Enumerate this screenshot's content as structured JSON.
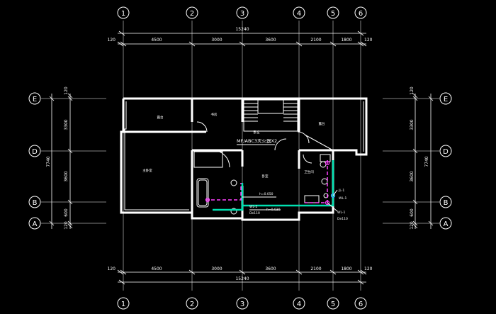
{
  "drawing": {
    "background": "#000000",
    "line_color": "#ffffff",
    "pipe_colors": {
      "cold_water": "#00e0b0",
      "drain": "#ff40ff",
      "riser": "#40a0ff"
    }
  },
  "axes_vertical": [
    "1",
    "2",
    "3",
    "4",
    "5",
    "6"
  ],
  "axes_horizontal": [
    "E",
    "D",
    "B",
    "A"
  ],
  "dims_top": {
    "overall": "15240",
    "edge_left": "120",
    "edge_right": "120",
    "segments": [
      "4500",
      "3000",
      "3600",
      "2100",
      "1800"
    ]
  },
  "dims_bottom": {
    "overall": "15240",
    "edge_left": "120",
    "edge_right": "120",
    "segments": [
      "4500",
      "3000",
      "3600",
      "2100",
      "1800"
    ]
  },
  "dims_left": {
    "overall": "7740",
    "edge_top": "120",
    "edge_bottom": "120",
    "segments": [
      "3300",
      "3600",
      "600"
    ]
  },
  "dims_right": {
    "overall": "7740",
    "edge_top": "120",
    "edge_bottom": "120",
    "segments": [
      "3300",
      "3600",
      "600"
    ]
  },
  "rooms": {
    "r1": "露台",
    "r2": "书房",
    "r3": "卧室",
    "r4": "露台",
    "r5": "主卧室",
    "r6": "卧室",
    "r7": "卫生间"
  },
  "notes": {
    "extinguisher": "MF/ABC3灭火器X2",
    "level_1": "h=0.050",
    "level_2": "h=0.030",
    "tag_wl2": "WL-2",
    "tag_de110_a": "De110",
    "tag_jl1": "JL-1",
    "tag_wl1_a": "WL-1",
    "tag_wl1_b": "WL-1",
    "tag_de110_b": "De110"
  }
}
